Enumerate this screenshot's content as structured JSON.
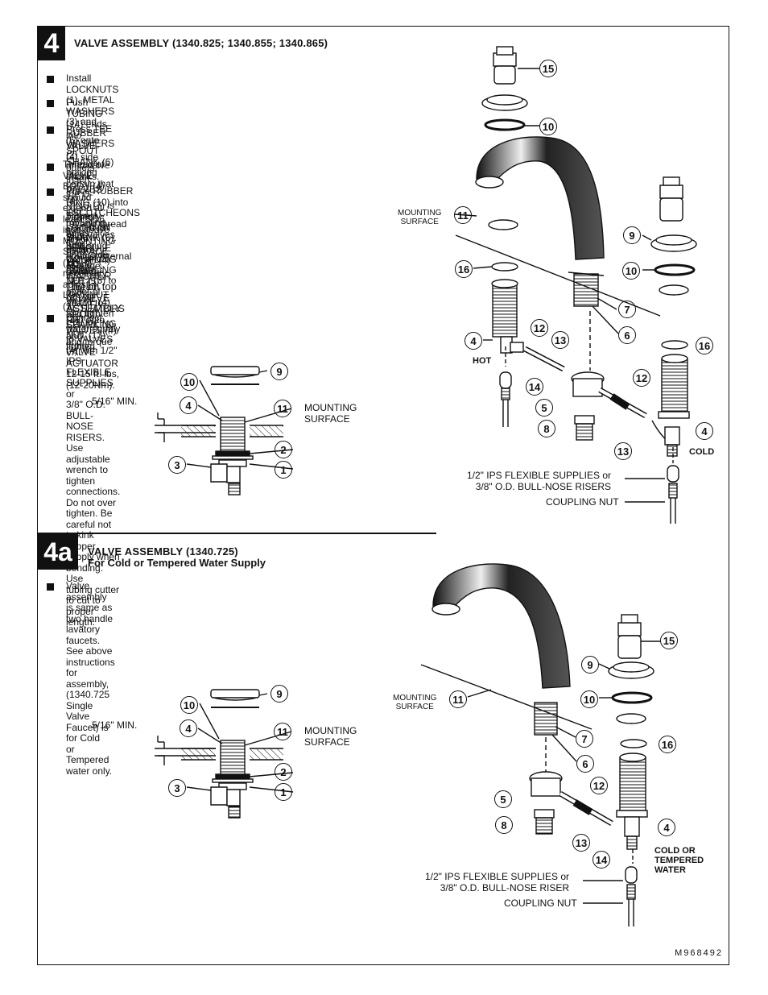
{
  "section4": {
    "step": "4",
    "title": "VALVE ASSEMBLY (1340.825; 1340.855; 1340.865)",
    "steps": [
      "Install LOCKNUTS (1), METAL WASHERS (3) and RUBBER WASHERS (2)\nonto valve shanks.",
      "Push TUBING (14) ends into VALVE (4) side outlets. Insert VALVES (4)\ninto mounting holes from underside of ledge.",
      "Press TEE (5) onto SPOUT SHANK (6) making certain that the O-RING (7) is\nproperly seated on SHANK (6). Push COUPLING (8) into TEE (5) and\nattach to SPOUT SHANK (6) and tighten.",
      "Thread of VALVE BODY (4) should extend at least 5/16 inch above\nMOUNTING SURFACE (11). If necessary, adjust LOCKNUT (1).",
      "Place RUBBER RING (10) into ESCUTCHEONS (9) and thread onto valves\nuntil snug against internal stop.",
      "Tighten LOCKNUT (1) to secure VALVE (4) position.",
      "Slide FERRULE (12) and COUPLING NUT (13) to outlet of VALVE (4)\nand tighten COUPLING NUT (13) firmly.",
      "Place WASHER (16) on top of VALVE ASSEMBLY (4).",
      "Thread VALVE ACTUATORS (15) onto VALVES (4) and torque VALVE\nACTUATOR 12-15 ft. lbs, (12-20Nm).",
      "Connect water supply to VALVES (4) with 1/2\" IPS FLEXIBLE SUPPLIES or\n3/8\" O.D. BULL-NOSE RISERS. Use adjustable wrench to tighten connections.\nDo not over tighten. Be careful not to kink copper supply when bending. Use\ntubing cutter to cut to proper length."
    ],
    "detail": {
      "min_label": "5/16\" MIN.",
      "mounting_surface": "MOUNTING\nSURFACE",
      "callouts": [
        "10",
        "9",
        "4",
        "11",
        "2",
        "3",
        "1"
      ]
    },
    "exploded": {
      "mounting_surface": "MOUNTING\nSURFACE",
      "hot": "HOT",
      "cold": "COLD",
      "supplies": "1/2\" IPS FLEXIBLE SUPPLIES or\n3/8\" O.D. BULL-NOSE RISERS",
      "coupling_nut": "COUPLING NUT",
      "callouts": [
        "15",
        "10",
        "11",
        "9",
        "16",
        "10",
        "7",
        "6",
        "4",
        "12",
        "13",
        "16",
        "12",
        "14",
        "5",
        "8",
        "13",
        "4"
      ]
    }
  },
  "section4a": {
    "step": "4a",
    "title": "VALVE ASSEMBLY (1340.725)",
    "subtitle": "For Cold or Tempered Water Supply",
    "steps": [
      "Valve assembly is same as two handle lavatory faucets. See above\ninstructions for assembly, (1340.725 Single Valve Faucet) is for Cold\nor Tempered water only."
    ],
    "detail": {
      "min_label": "5/16\" MIN.",
      "mounting_surface": "MOUNTING\nSURFACE",
      "callouts": [
        "10",
        "9",
        "4",
        "11",
        "2",
        "3",
        "1"
      ]
    },
    "exploded": {
      "mounting_surface": "MOUNTING\nSURFACE",
      "cold_tempered": "COLD OR\nTEMPERED\nWATER",
      "supplies": "1/2\" IPS FLEXIBLE SUPPLIES or\n3/8\" O.D. BULL-NOSE RISER",
      "coupling_nut": "COUPLING NUT",
      "callouts": [
        "15",
        "9",
        "11",
        "10",
        "7",
        "16",
        "6",
        "12",
        "5",
        "4",
        "8",
        "13",
        "14"
      ]
    }
  },
  "footer": {
    "code": "M968492"
  }
}
